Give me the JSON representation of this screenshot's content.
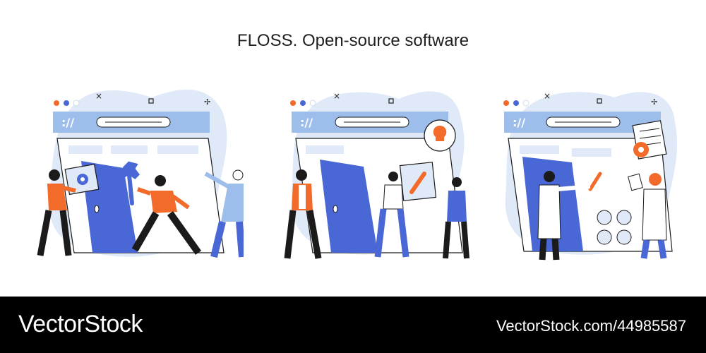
{
  "title": "FLOSS. Open-source software",
  "browser": {
    "url_glyph": "://"
  },
  "footer": {
    "brand": "VectorStock",
    "stock_id": "VectorStock.com/44985587"
  },
  "colors": {
    "accent_orange": "#f26b2a",
    "primary_blue": "#4a67d6",
    "light_blue": "#9dbdea",
    "pale_blue": "#dfe9f7",
    "dark": "#1b1b1b"
  }
}
